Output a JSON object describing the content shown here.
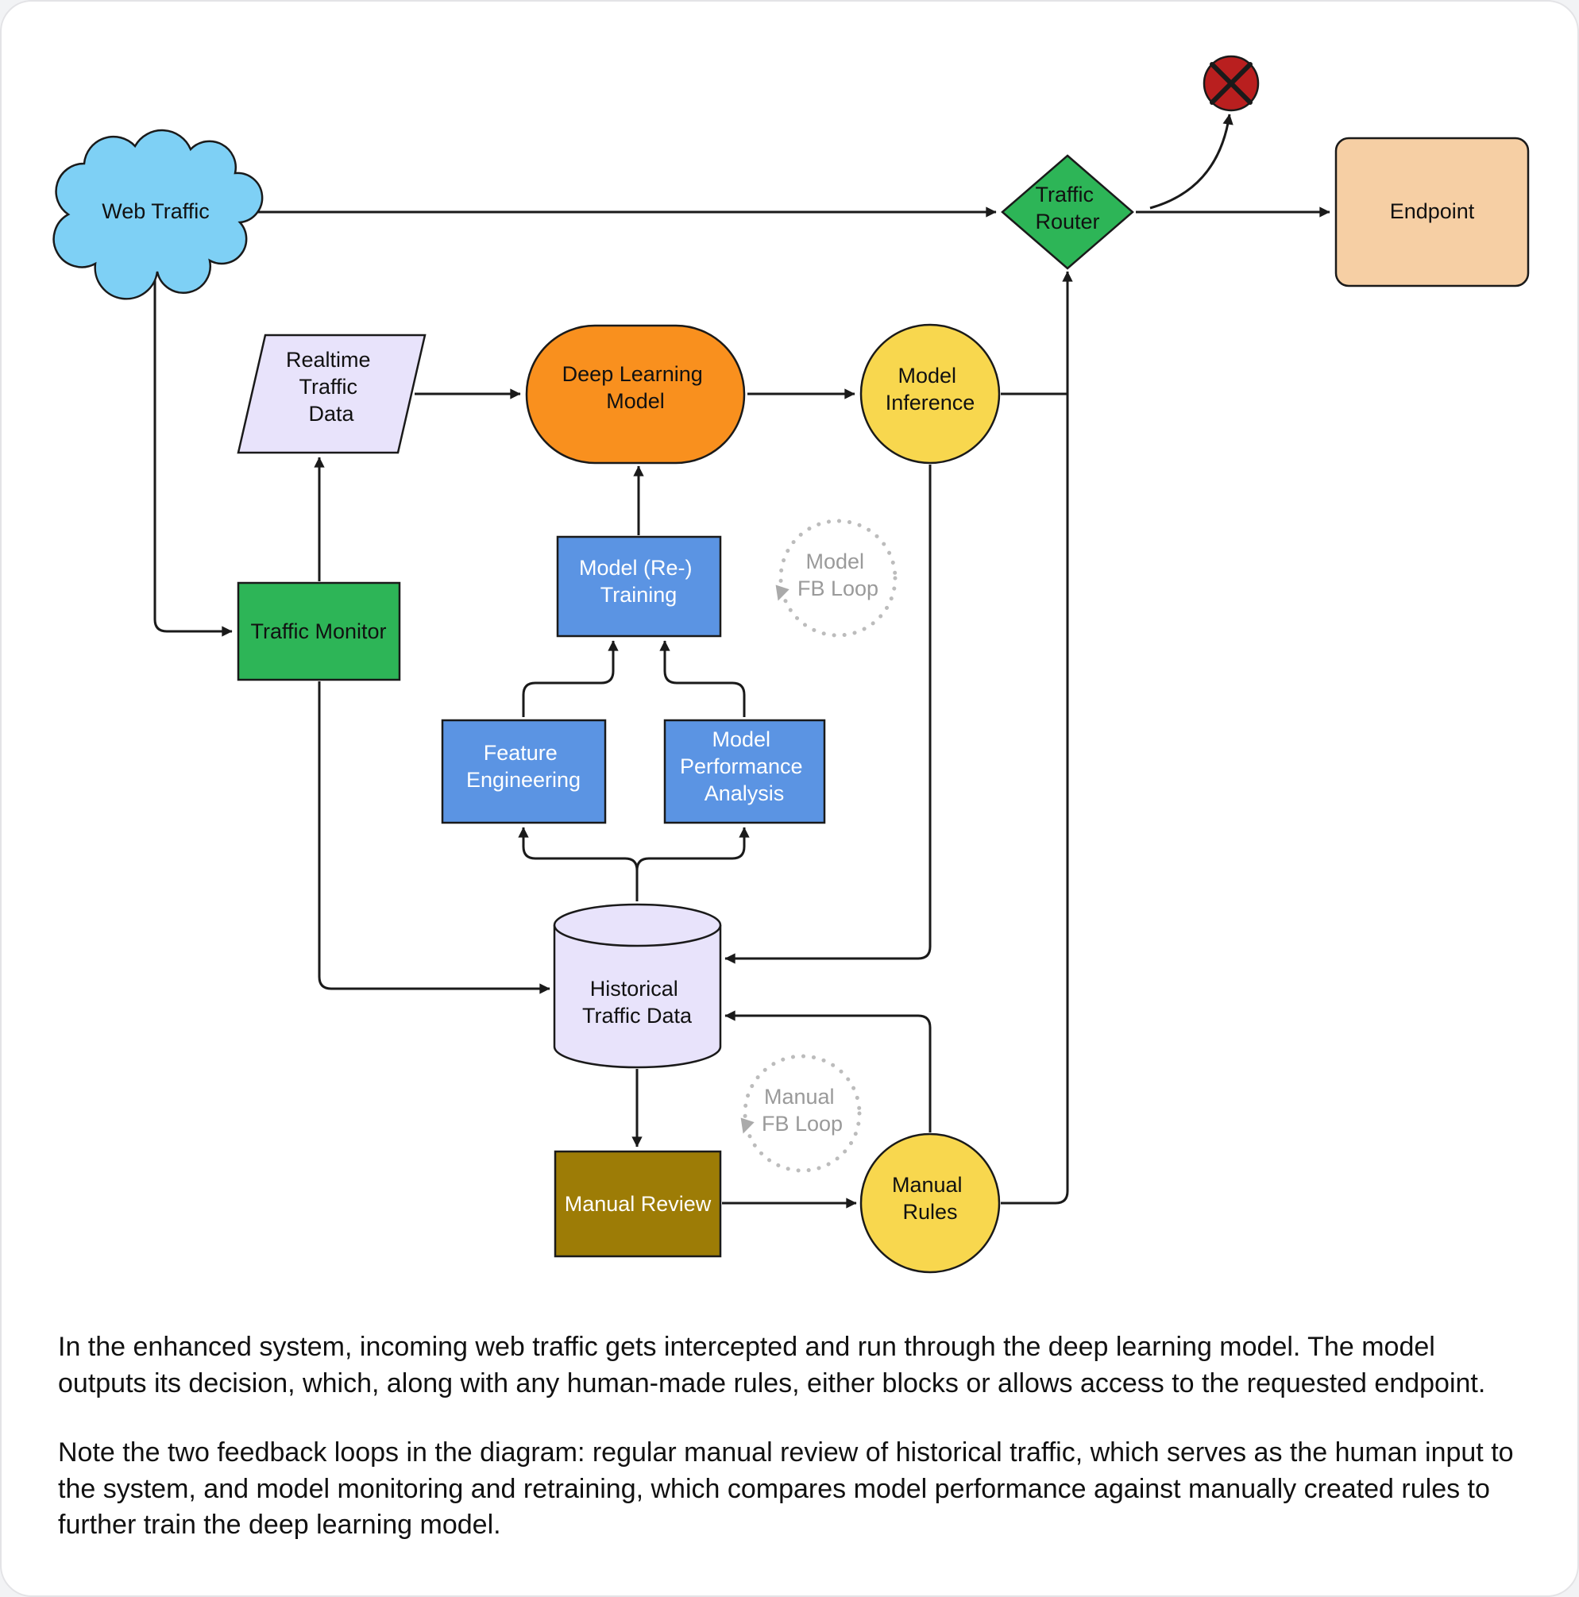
{
  "diagram": {
    "nodes": {
      "web_traffic": {
        "label": "Web Traffic",
        "fill": "#7ed0f5"
      },
      "traffic_router": {
        "line1": "Traffic",
        "line2": "Router",
        "fill": "#2db557"
      },
      "blocked": {
        "fill": "#b91f1f"
      },
      "endpoint": {
        "label": "Endpoint",
        "fill": "#f6cfa4"
      },
      "realtime_traffic_data": {
        "line1": "Realtime",
        "line2": "Traffic",
        "line3": "Data",
        "fill": "#e8e3fb"
      },
      "deep_learning_model": {
        "line1": "Deep Learning",
        "line2": "Model",
        "fill": "#f9901e"
      },
      "model_inference": {
        "line1": "Model",
        "line2": "Inference",
        "fill": "#f8d74e"
      },
      "model_retraining": {
        "line1": "Model (Re-)",
        "line2": "Training",
        "fill": "#5b94e3"
      },
      "traffic_monitor": {
        "label": "Traffic Monitor",
        "fill": "#2db557"
      },
      "feature_engineering": {
        "line1": "Feature",
        "line2": "Engineering",
        "fill": "#5b94e3"
      },
      "model_performance_analysis": {
        "line1": "Model",
        "line2": "Performance",
        "line3": "Analysis",
        "fill": "#5b94e3"
      },
      "historical_traffic_data": {
        "line1": "Historical",
        "line2": "Traffic Data",
        "fill": "#e8e3fb"
      },
      "manual_review": {
        "label": "Manual Review",
        "fill": "#9d7c06"
      },
      "manual_rules": {
        "line1": "Manual",
        "line2": "Rules",
        "fill": "#f8d74e"
      }
    },
    "loops": {
      "model_fb": {
        "line1": "Model",
        "line2": "FB Loop"
      },
      "manual_fb": {
        "line1": "Manual",
        "line2": "FB Loop"
      }
    }
  },
  "caption": {
    "paragraph1": "In the enhanced system, incoming web traffic gets intercepted and run through the deep learning model. The model outputs its decision, which, along with any human-made rules, either blocks or allows access to the requested endpoint.",
    "paragraph2": "Note the two feedback loops in the diagram: regular manual review of historical traffic, which serves as the human input to the system, and model monitoring and retraining, which compares model performance against manually created rules to further train the deep learning model."
  }
}
